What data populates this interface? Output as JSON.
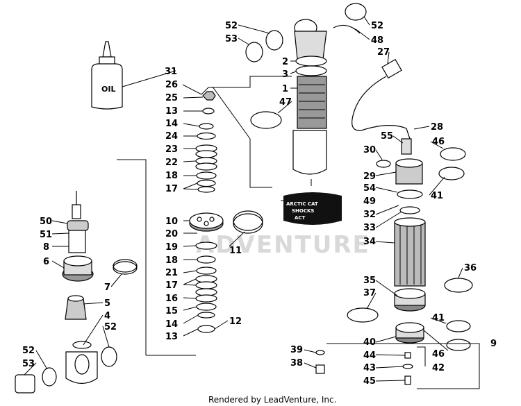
{
  "watermark": "ADVENTURE",
  "credit": "Rendered by LeadVenture, Inc.",
  "oil_label": "OIL",
  "decal": {
    "line1": "ARCTIC CAT",
    "line2": "SHOCKS",
    "logo": "ACT"
  },
  "callouts": {
    "c1": "1",
    "c2": "2",
    "c3": "3",
    "c4": "4",
    "c5": "5",
    "c6": "6",
    "c7": "7",
    "c8": "8",
    "c9": "9",
    "c10": "10",
    "c11": "11",
    "c12": "12",
    "c13a": "13",
    "c13b": "13",
    "c14a": "14",
    "c14b": "14",
    "c15": "15",
    "c16": "16",
    "c17a": "17",
    "c17b": "17",
    "c18a": "18",
    "c18b": "18",
    "c19": "19",
    "c20": "20",
    "c21": "21",
    "c22": "22",
    "c23": "23",
    "c24": "24",
    "c25": "25",
    "c26": "26",
    "c27": "27",
    "c28": "28",
    "c29": "29",
    "c30": "30",
    "c31": "31",
    "c32": "32",
    "c33": "33",
    "c34": "34",
    "c35": "35",
    "c36": "36",
    "c37": "37",
    "c38": "38",
    "c39": "39",
    "c40": "40",
    "c41a": "41",
    "c41b": "41",
    "c42": "42",
    "c43": "43",
    "c44": "44",
    "c45": "45",
    "c46a": "46",
    "c46b": "46",
    "c47": "47",
    "c48": "48",
    "c49": "49",
    "c50": "50",
    "c51": "51",
    "c52a": "52",
    "c52b": "52",
    "c52c": "52",
    "c52d": "52",
    "c53a": "53",
    "c53b": "53",
    "c54": "54",
    "c55": "55"
  }
}
